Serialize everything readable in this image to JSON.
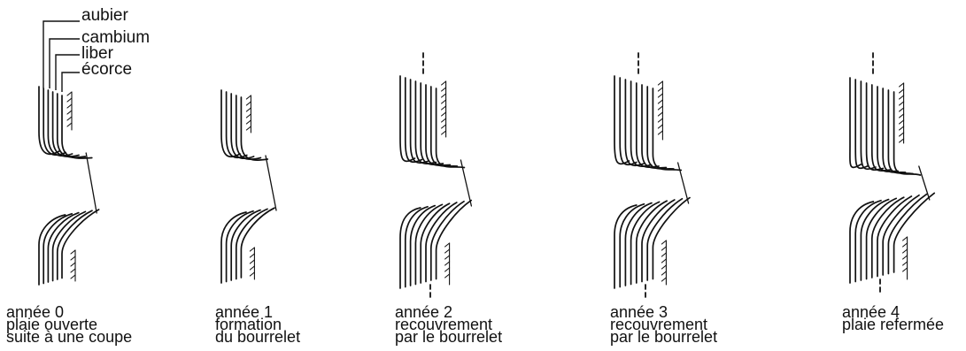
{
  "legend": {
    "aubier": "aubier",
    "cambium": "cambium",
    "liber": "liber",
    "ecorce": "écorce"
  },
  "stages": [
    {
      "lines": [
        "année 0",
        "plaie ouverte",
        "suite à une coupe"
      ]
    },
    {
      "lines": [
        "année 1",
        "formation",
        "du bourrelet"
      ]
    },
    {
      "lines": [
        "année 2",
        "recouvrement",
        "par le bourrelet"
      ]
    },
    {
      "lines": [
        "année 3",
        "recouvrement",
        "par le bourrelet"
      ]
    },
    {
      "lines": [
        "année 4",
        "plaie refermée"
      ]
    }
  ]
}
